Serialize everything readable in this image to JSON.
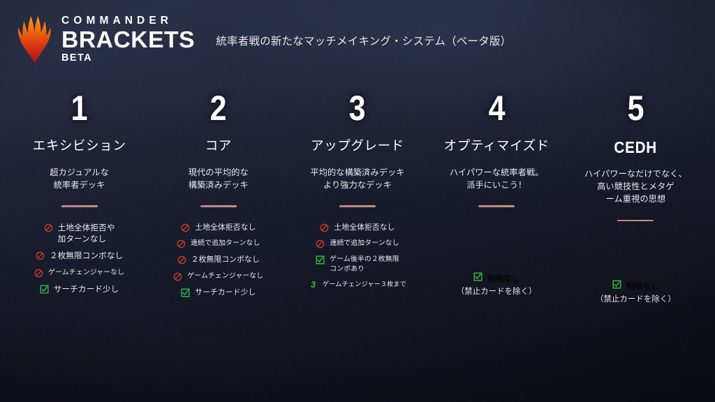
{
  "header": {
    "logo_line1": "COMMANDER",
    "logo_line2": "BRACKETS",
    "logo_line3": "BETA",
    "logo_icon": "mtg-planeswalker-icon",
    "tagline": "統率者戦の新たなマッチメイキング・システム（ベータ版）"
  },
  "colors": {
    "background": "#171a28",
    "frame_top": "#b89169",
    "frame_bottom": "#c97f93",
    "deny": "#c0392f",
    "allow": "#2fbf4e",
    "number": "#2fbf4e",
    "logo_flame_top": "#f0820f",
    "logo_flame_bottom": "#c01f12",
    "text": "#e9eaf1"
  },
  "brackets": [
    {
      "number": "1",
      "title": "エキシビション",
      "title_latin": false,
      "description": "超カジュアルな\n統率者デッキ",
      "desc_lines": [
        "超カジュアルな",
        "統率者デッキ"
      ],
      "bullet_size": "t-lg",
      "bullets": [
        {
          "icon": "deny-icon",
          "text": "土地全体拒否や\n加ターンなし",
          "lines": [
            "土地全体拒否や",
            "加ターンなし"
          ],
          "size": "t-lg"
        },
        {
          "icon": "deny-icon",
          "text": "２枚無限コンボなし",
          "lines": [
            "２枚無限コンボなし"
          ],
          "size": "t-lg"
        },
        {
          "icon": "deny-icon",
          "text": "ゲームチェンジャーなし",
          "lines": [
            "ゲームチェンジャーなし"
          ],
          "size": "t-sm"
        },
        {
          "icon": "allow-icon",
          "text": "サーチカード少し",
          "lines": [
            "サーチカード少し"
          ],
          "size": "t-lg"
        }
      ]
    },
    {
      "number": "2",
      "title": "コア",
      "title_latin": false,
      "description": "現代の平均的な\n構築済みデッキ",
      "desc_lines": [
        "現代の平均的な",
        "構築済みデッキ"
      ],
      "bullet_size": "t-md",
      "bullets": [
        {
          "icon": "deny-icon",
          "text": "土地全体拒否なし",
          "lines": [
            "土地全体拒否なし"
          ],
          "size": "t-md"
        },
        {
          "icon": "deny-icon",
          "text": "連続で追加ターンなし",
          "lines": [
            "連続で追加ターンなし"
          ],
          "size": "t-sm"
        },
        {
          "icon": "deny-icon",
          "text": "２枚無限コンボなし",
          "lines": [
            "２枚無限コンボなし"
          ],
          "size": "t-md"
        },
        {
          "icon": "deny-icon",
          "text": "ゲームチェンジャーなし",
          "lines": [
            "ゲームチェンジャーなし"
          ],
          "size": "t-sm"
        },
        {
          "icon": "allow-icon",
          "text": "サーチカード少し",
          "lines": [
            "サーチカード少し"
          ],
          "size": "t-md"
        }
      ]
    },
    {
      "number": "3",
      "title": "アップグレード",
      "title_latin": false,
      "description": "平均的な構築済みデッキ\nより強力なデッキ",
      "desc_lines": [
        "平均的な構築済みデッキ",
        "より強力なデッキ"
      ],
      "bullet_size": "t-md",
      "bullets": [
        {
          "icon": "deny-icon",
          "text": "土地全体拒否なし",
          "lines": [
            "土地全体拒否なし"
          ],
          "size": "t-md"
        },
        {
          "icon": "deny-icon",
          "text": "連続で追加ターンなし",
          "lines": [
            "連続で追加ターンなし"
          ],
          "size": "t-sm"
        },
        {
          "icon": "allow-icon",
          "text": "ゲーム後半の２枚無限\nコンボあり",
          "lines": [
            "ゲーム後半の２枚無限",
            "コンボあり"
          ],
          "size": "t-sm"
        },
        {
          "icon": "number-3-icon",
          "icon_text": "3",
          "text": "ゲームチェンジャー３枚まで",
          "lines": [
            "ゲームチェンジャー３枚まで"
          ],
          "size": "t-xs"
        }
      ]
    },
    {
      "number": "4",
      "title": "オプティマイズド",
      "title_latin": false,
      "description": "ハイパワーな統率者戦。\n派手にいこう！",
      "desc_lines": [
        "ハイパワーな統率者戦。",
        "派手にいこう！"
      ],
      "bullet_size": "t-lg",
      "solo": true,
      "bullets": [
        {
          "icon": "allow-icon",
          "text": "制限なし\n（禁止カードを除く）",
          "lines": [
            "制限なし",
            "（禁止カードを除く）"
          ],
          "size": "t-lg"
        }
      ]
    },
    {
      "number": "5",
      "title": "CEDH",
      "title_latin": true,
      "description": "ハイパワーなだけでなく、\n高い競技性とメタゲ\nーム重視の思想",
      "desc_lines": [
        "ハイパワーなだけでなく、",
        "高い競技性とメタゲ",
        "ーム重視の思想"
      ],
      "bullet_size": "t-lg",
      "solo": true,
      "bullets": [
        {
          "icon": "allow-icon",
          "text": "制限なし\n（禁止カードを除く）",
          "lines": [
            "制限なし",
            "（禁止カードを除く）"
          ],
          "size": "t-lg"
        }
      ]
    }
  ]
}
